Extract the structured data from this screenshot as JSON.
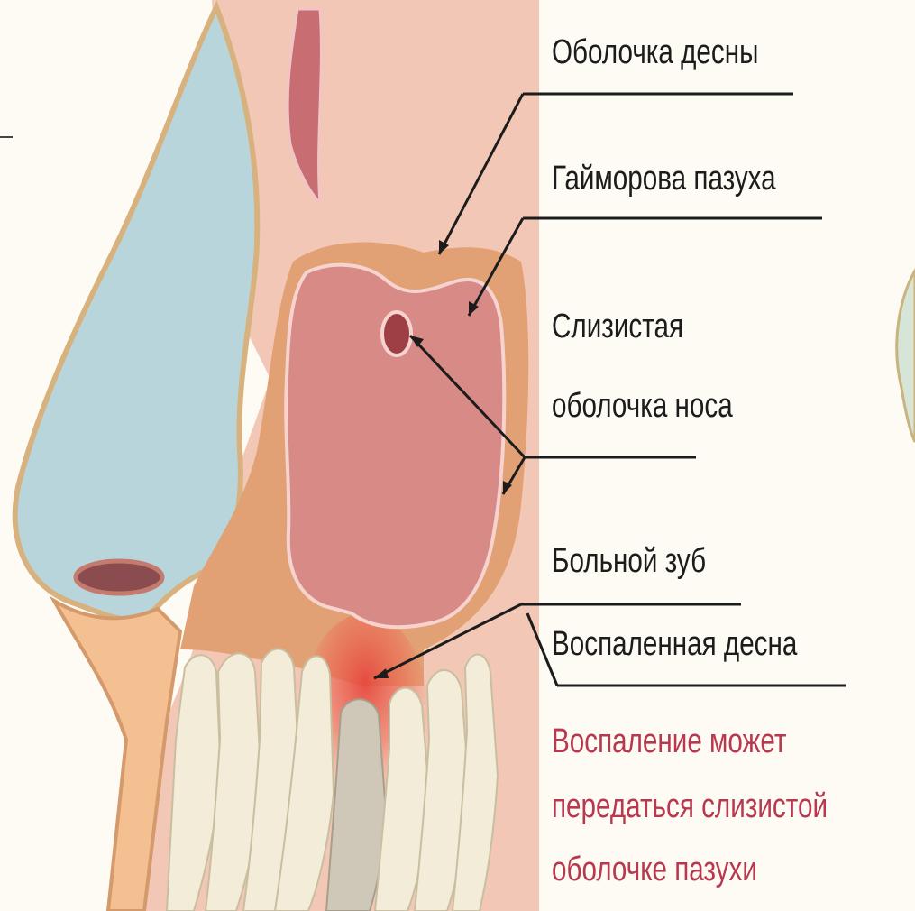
{
  "labels": {
    "gum_membrane": "Оболочка десны",
    "maxillary_sinus": "Гайморова пазуха",
    "nasal_mucosa_line1": "Слизистая",
    "nasal_mucosa_line2": "оболочка носа",
    "diseased_tooth": "Больной зуб",
    "inflamed_gum": "Воспаленная десна"
  },
  "note": {
    "line1": "Воспаление может",
    "line2": "передаться слизистой",
    "line3": "оболочке пазухи"
  },
  "colors": {
    "background": "#fdfbf3",
    "cheek_skin": "#f2c7b6",
    "nose": "#b9d5dc",
    "bone": "#e1a174",
    "sinus": "#d88a86",
    "teeth": "#f2ecd8",
    "inflammation": "#e6473c",
    "note_text": "#b8394f"
  }
}
